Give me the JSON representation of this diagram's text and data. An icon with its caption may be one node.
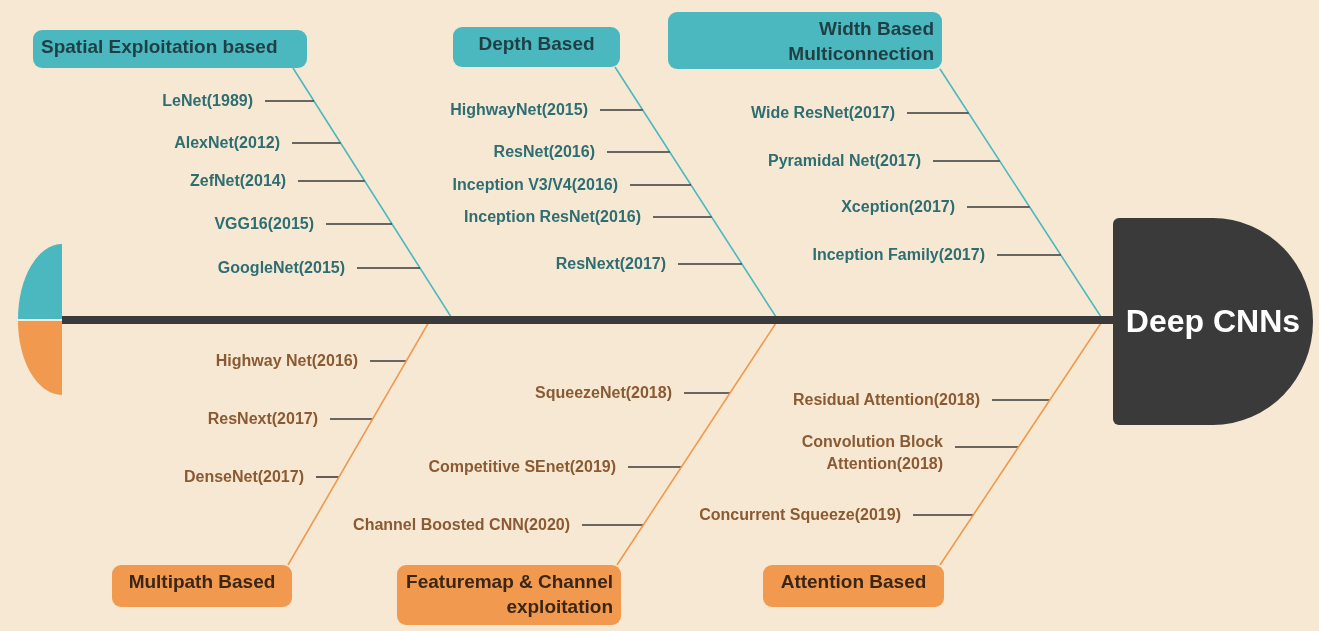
{
  "diagram": {
    "nodes": [
      {
        "text": [
          "Spatial Exploitation based"
        ]
      },
      {
        "text": [
          "LeNet(1989)"
        ]
      },
      {
        "text": [
          "AlexNet(2012)"
        ]
      },
      {
        "text": [
          "ZefNet(2014)"
        ]
      },
      {
        "text": [
          "VGG16(2015)"
        ]
      },
      {
        "text": [
          "GoogleNet(2015)"
        ]
      },
      {
        "text": [
          "Depth Based"
        ]
      },
      {
        "text": [
          "HighwayNet(2015)"
        ]
      },
      {
        "text": [
          "ResNet(2016)"
        ]
      },
      {
        "text": [
          "Inception V3/V4(2016)"
        ]
      },
      {
        "text": [
          "Inception ResNet(2016)"
        ]
      },
      {
        "text": [
          "ResNext(2017)"
        ]
      },
      {
        "text": [
          "Width Based Multiconnection"
        ]
      },
      {
        "text": [
          "Wide ResNet(2017)"
        ]
      },
      {
        "text": [
          "Pyramidal Net(2017)"
        ]
      },
      {
        "text": [
          "Xception(2017)"
        ]
      },
      {
        "text": [
          "Inception Family(2017)"
        ]
      },
      {
        "text": [],
        "shape": "circle"
      },
      {
        "text": [],
        "shape": "circle"
      },
      {
        "text": [
          "Deep CNNs"
        ]
      },
      {
        "text": [
          "Highway Net(2016)"
        ]
      },
      {
        "text": [
          "ResNext(2017)"
        ]
      },
      {
        "text": [
          "DenseNet(2017)"
        ]
      },
      {
        "text": [
          "Multipath Based"
        ]
      },
      {
        "text": [
          "SqueezeNet(2018)"
        ]
      },
      {
        "text": [
          "Competitive SEnet(2019)"
        ]
      },
      {
        "text": [
          "Channel Boosted CNN(2020)"
        ]
      },
      {
        "text": [
          "Featuremap & Channel exploitation"
        ]
      },
      {
        "text": [
          "Residual Attention(2018)"
        ]
      },
      {
        "text": [
          "Convolution Block Attention(2018)"
        ]
      },
      {
        "text": [
          "Concurrent Squeeze(2019)"
        ]
      },
      {
        "text": [
          "Attention Based"
        ]
      }
    ],
    "edges": [
      {
        "from": 0,
        "to": 19,
        "arrow": "none",
        "color": "#4bb8bf"
      },
      {
        "from": 1,
        "to": null,
        "arrow": "none"
      },
      {
        "from": 2,
        "to": null,
        "arrow": "none"
      },
      {
        "from": 3,
        "to": null,
        "arrow": "none"
      },
      {
        "from": 4,
        "to": null,
        "arrow": "none"
      },
      {
        "from": 5,
        "to": null,
        "arrow": "none"
      },
      {
        "from": 6,
        "to": 19,
        "arrow": "none",
        "color": "#4bb8bf"
      },
      {
        "from": 7,
        "to": null,
        "arrow": "none"
      },
      {
        "from": 8,
        "to": null,
        "arrow": "none"
      },
      {
        "from": 9,
        "to": null,
        "arrow": "none"
      },
      {
        "from": 10,
        "to": null,
        "arrow": "none"
      },
      {
        "from": 11,
        "to": null,
        "arrow": "none"
      },
      {
        "from": 12,
        "to": 19,
        "arrow": "none",
        "color": "#4bb8bf"
      },
      {
        "from": 13,
        "to": null,
        "arrow": "none"
      },
      {
        "from": 14,
        "to": null,
        "arrow": "none"
      },
      {
        "from": 15,
        "to": null,
        "arrow": "none"
      },
      {
        "from": 16,
        "to": null,
        "arrow": "none"
      },
      {
        "from": 17,
        "to": 19,
        "arrow": "none",
        "style": "thick"
      },
      {
        "from": 18,
        "to": 19,
        "arrow": "none",
        "style": "thick"
      },
      {
        "from": 20,
        "to": null,
        "arrow": "none"
      },
      {
        "from": 21,
        "to": null,
        "arrow": "none"
      },
      {
        "from": 22,
        "to": null,
        "arrow": "none"
      },
      {
        "from": 23,
        "to": 19,
        "arrow": "none",
        "color": "#f0994f"
      },
      {
        "from": 24,
        "to": null,
        "arrow": "none"
      },
      {
        "from": 25,
        "to": null,
        "arrow": "none"
      },
      {
        "from": 26,
        "to": null,
        "arrow": "none"
      },
      {
        "from": 27,
        "to": 19,
        "arrow": "none",
        "color": "#f0994f"
      },
      {
        "from": 28,
        "to": null,
        "arrow": "none"
      },
      {
        "from": 29,
        "to": null,
        "arrow": "none"
      },
      {
        "from": 30,
        "to": null,
        "arrow": "none"
      },
      {
        "from": 31,
        "to": 19,
        "arrow": "none",
        "color": "#f0994f"
      }
    ]
  }
}
